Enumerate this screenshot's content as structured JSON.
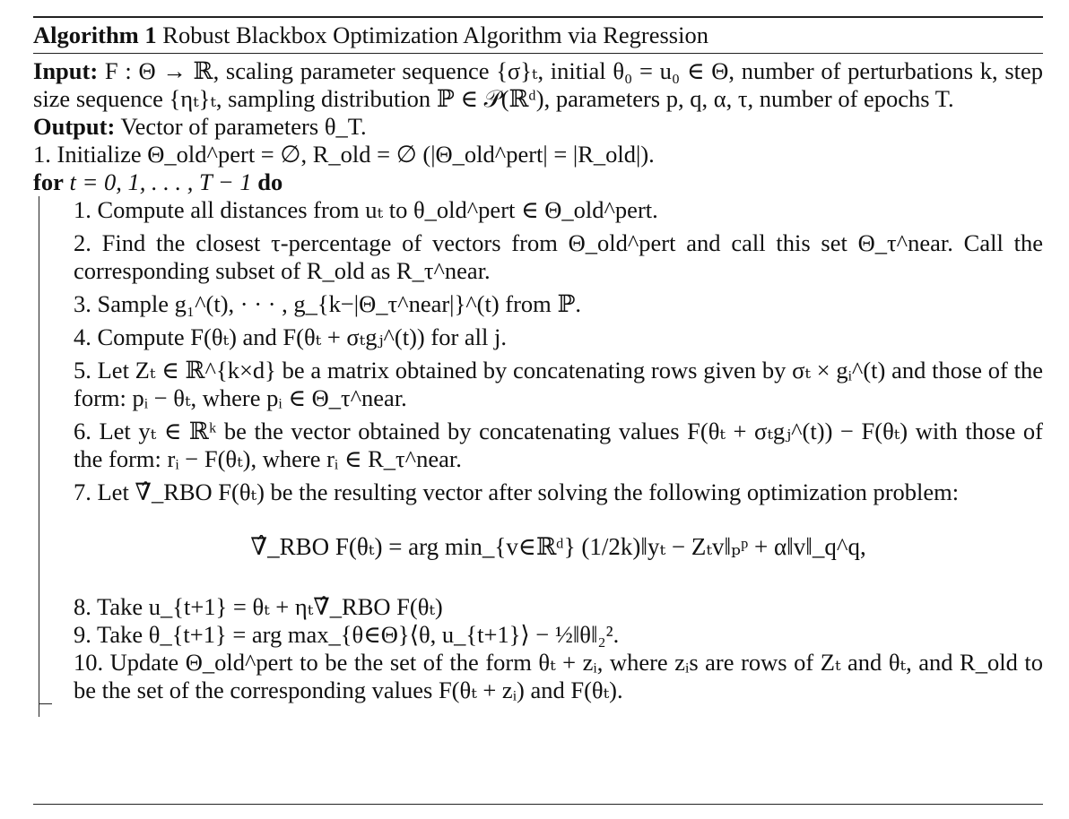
{
  "caption": {
    "label": "Algorithm 1",
    "title": "Robust Blackbox Optimization Algorithm via Regression"
  },
  "input": {
    "label": "Input:",
    "text": "F : Θ → ℝ, scaling parameter sequence {σ}ₜ, initial θ₀ = u₀ ∈ Θ, number of perturbations k, step size sequence {ηₜ}ₜ, sampling distribution ℙ ∈ 𝒫(ℝᵈ), parameters p, q, α, τ, number of epochs T."
  },
  "output": {
    "label": "Output:",
    "text": "Vector of parameters θ_T."
  },
  "init_step": "1. Initialize Θ_old^pert = ∅, R_old = ∅ (|Θ_old^pert| = |R_old|).",
  "loop_header": {
    "for": "for",
    "range": "t = 0, 1, . . . , T − 1",
    "do": "do"
  },
  "steps": [
    "1. Compute all distances from uₜ to θ_old^pert ∈ Θ_old^pert.",
    "2. Find the closest τ-percentage of vectors from Θ_old^pert and call this set Θ_τ^near. Call the corresponding subset of R_old as R_τ^near.",
    "3. Sample g₁^(t), · · · , g_{k−|Θ_τ^near|}^(t) from ℙ.",
    "4. Compute F(θₜ) and F(θₜ + σₜgⱼ^(t)) for all j.",
    "5. Let Zₜ ∈ ℝ^{k×d} be a matrix obtained by concatenating rows given by σₜ × gᵢ^(t) and those of the form: pᵢ − θₜ, where pᵢ ∈ Θ_τ^near.",
    "6. Let yₜ ∈ ℝᵏ be the vector obtained by concatenating values F(θₜ + σₜgⱼ^(t)) − F(θₜ) with those of the form: rᵢ − F(θₜ), where rᵢ ∈ R_τ^near.",
    "7. Let ∇̂_RBO F(θₜ) be the resulting vector after solving the following optimization problem:",
    "8. Take u_{t+1} = θₜ + ηₜ∇̂_RBO F(θₜ)",
    "9. Take θ_{t+1} = arg max_{θ∈Θ}⟨θ, u_{t+1}⟩ − ½‖θ‖₂².",
    "10. Update Θ_old^pert to be the set of the form θₜ + zᵢ, where zᵢs are rows of Zₜ and θₜ, and R_old to be the set of the corresponding values F(θₜ + zᵢ) and F(θₜ)."
  ],
  "equation": "∇̂_RBO F(θₜ) = arg min_{v∈ℝᵈ} (1/2k)‖yₜ − Zₜv‖ₚᵖ + α‖v‖_q^q,"
}
